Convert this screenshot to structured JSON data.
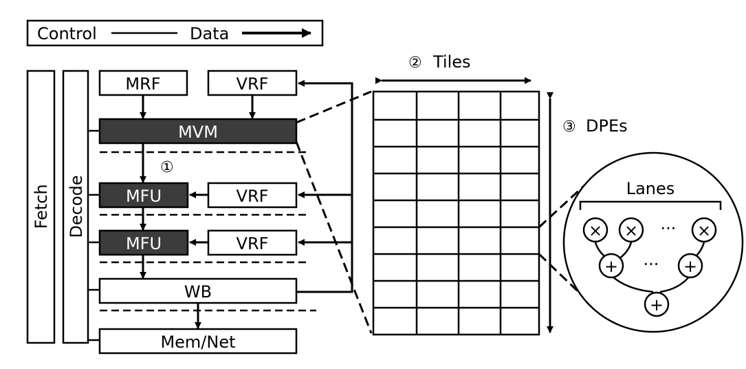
{
  "legend": {
    "control_label": "Control",
    "data_label": "Data"
  },
  "pipeline": {
    "fetch_label": "Fetch",
    "decode_label": "Decode",
    "mrf_label": "MRF",
    "vrf_top_label": "VRF",
    "mvm_label": "MVM",
    "mfu1_label": "MFU",
    "vrf1_label": "VRF",
    "mfu2_label": "MFU",
    "vrf2_label": "VRF",
    "wb_label": "WB",
    "memnet_label": "Mem/Net",
    "marker_1": "①"
  },
  "tiles": {
    "marker_2": "②",
    "tiles_label": "Tiles",
    "marker_3": "③",
    "dpes_label": "DPEs"
  },
  "lanes": {
    "label": "Lanes",
    "mult_symbol": "×",
    "add_symbol": "+",
    "ellipsis": "···"
  },
  "colors": {
    "dark_block": "#3c3c3c",
    "stroke": "#000000"
  }
}
